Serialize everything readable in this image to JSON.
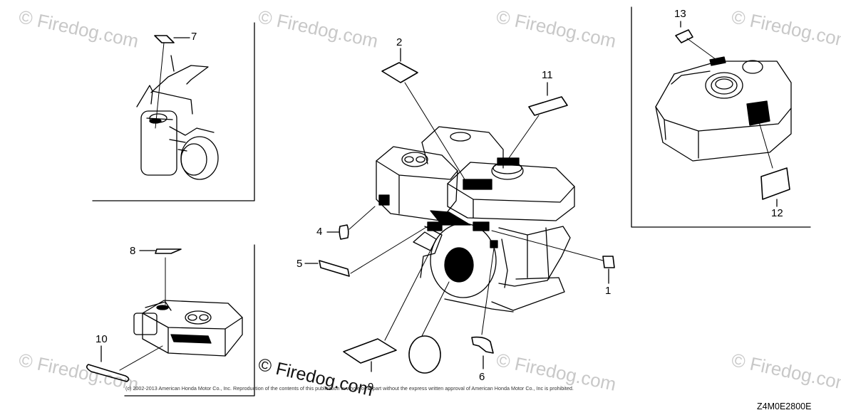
{
  "watermarks": [
    "© Firedog.com",
    "© Firedog.com",
    "© Firedog.com",
    "© Firedog.com",
    "© Firedog.com",
    "© Firedog.com",
    "© Firedog.com"
  ],
  "callouts": [
    "1",
    "2",
    "4",
    "5",
    "6",
    "7",
    "8",
    "9",
    "10",
    "11",
    "12",
    "13"
  ],
  "logo_text": "© Firedog.com",
  "copyright": "(c) 2002-2013 American Honda Motor Co., Inc. Reproduction of the contents of this publication in whole or in part without the express written approval of American Honda Motor Co., Inc is prohibited.",
  "diagram_code": "Z4M0E2800E"
}
